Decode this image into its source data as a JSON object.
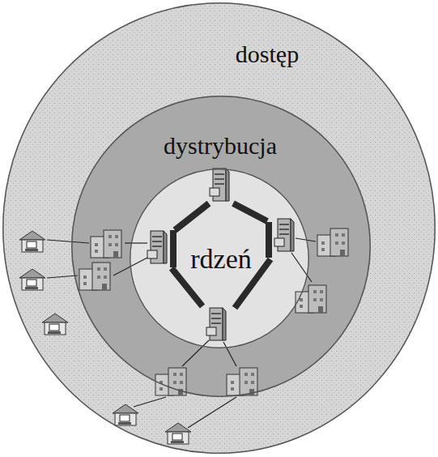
{
  "diagram": {
    "nodes": [
      {
        "text": [
          "dostęp"
        ]
      },
      {
        "text": [
          "dystrybucja"
        ],
        "in": 0
      },
      {
        "text": [
          "rdzeń"
        ],
        "in": 1
      }
    ]
  }
}
